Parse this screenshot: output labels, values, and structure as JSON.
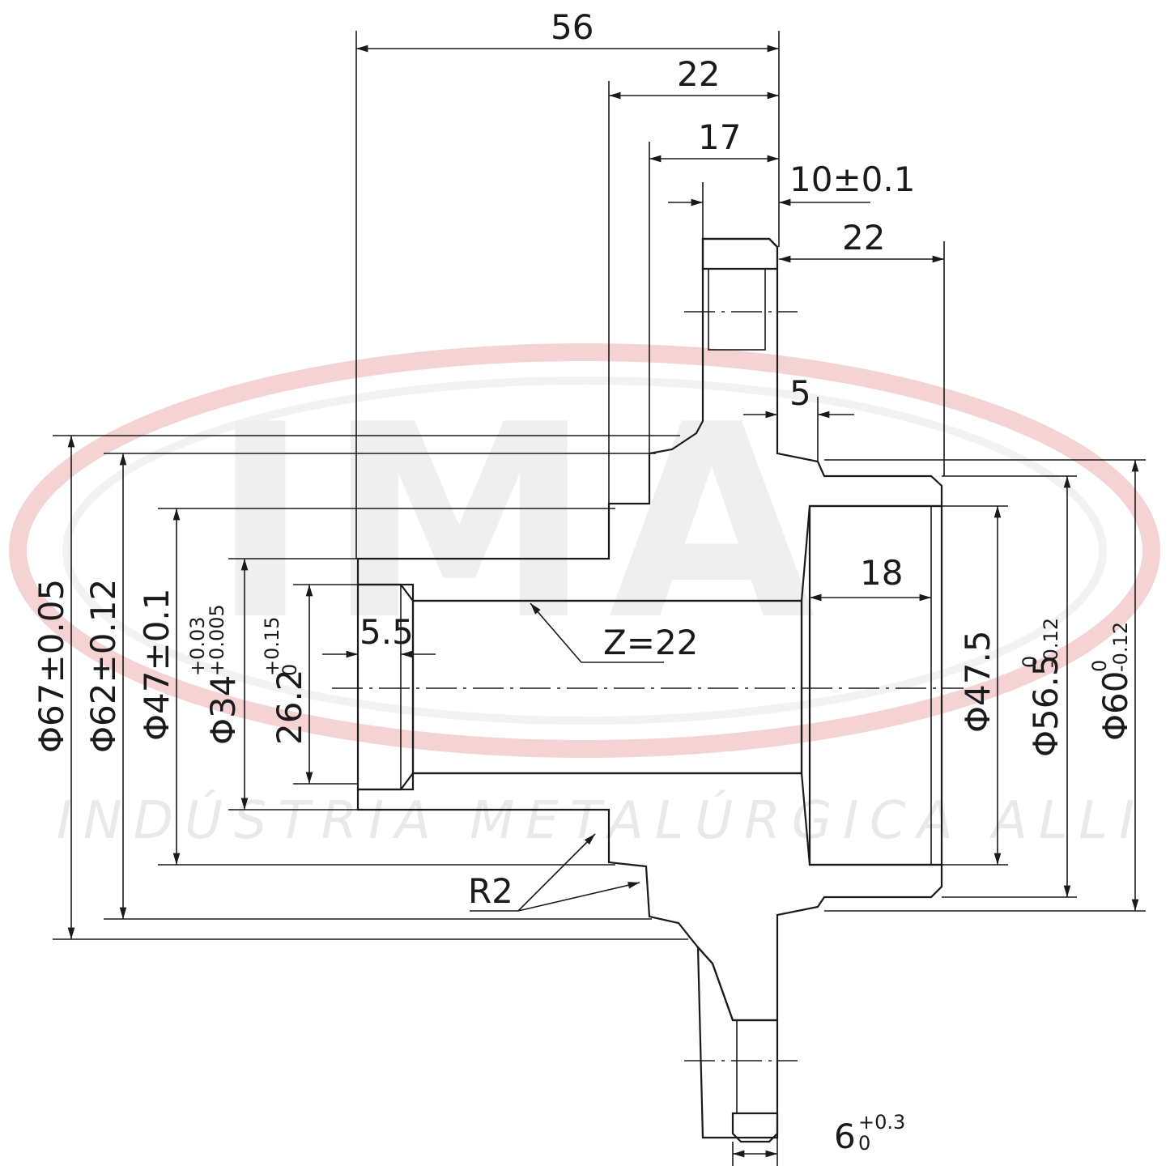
{
  "watermark": {
    "logo_text": "IMA",
    "company": "INDÚSTRIA METALÚRGICA ALLI",
    "ring_color": "#f6c9c9"
  },
  "dimensions": {
    "top_56": "56",
    "top_22": "22",
    "top_17": "17",
    "flange_10": "10±0.1",
    "right_22": "22",
    "groove_5": "5",
    "bore_18": "18",
    "chamfer_5_5": "5.5",
    "spline_z": "Z=22",
    "fillet_r2": "R2",
    "d67": "Φ67±0.05",
    "d62": "Φ62±0.12",
    "d47": "Φ47±0.1",
    "d34_main": "Φ34",
    "d34_upper": "+0.03",
    "d34_lower": "+0.005",
    "d26_main": "26.2",
    "d26_upper": "+0.15",
    "d26_lower": "0",
    "d47_5": "Φ47.5",
    "d56_5_main": "Φ56.5",
    "d56_5_upper": "0",
    "d56_5_lower": "-0.12",
    "d60_main": "Φ60",
    "d60_upper": "0",
    "d60_lower": "-0.12",
    "bottom_6_main": "6",
    "bottom_6_upper": "+0.3",
    "bottom_6_lower": "0"
  },
  "colors": {
    "line": "#1a1a1a",
    "hatch": "#3a3a3a"
  }
}
